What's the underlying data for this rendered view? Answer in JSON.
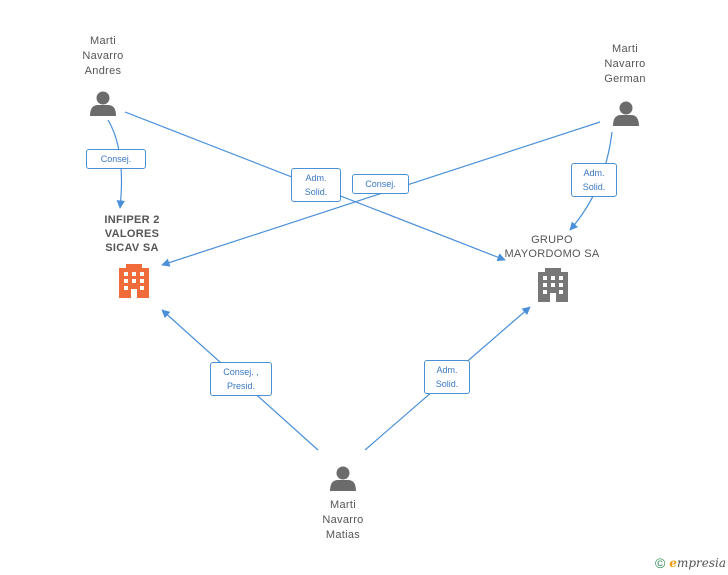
{
  "nodes": {
    "andres": {
      "label": "Marti\nNavarro\nAndres",
      "icon": "person-icon"
    },
    "german": {
      "label": "Marti\nNavarro\nGerman",
      "icon": "person-icon"
    },
    "matias": {
      "label": "Marti\nNavarro\nMatias",
      "icon": "person-icon"
    },
    "infiper": {
      "label": "INFIPER 2\nVALORES\nSICAV SA",
      "icon": "building-icon",
      "color": "#f26b3a"
    },
    "grupo": {
      "label": "GRUPO\nMAYORDOMO SA",
      "icon": "building-icon",
      "color": "#777777"
    }
  },
  "edges": {
    "andres_infiper": "Consej.",
    "andres_grupo": "Adm.\nSolid.",
    "german_infiper": "Consej.",
    "german_grupo": "Adm.\nSolid.",
    "matias_infiper": "Consej. ,\nPresid.",
    "matias_grupo": "Adm.\nSolid."
  },
  "colors": {
    "edge": "#4a90d9",
    "person": "#6b6b6b"
  },
  "footer": {
    "copyright": "©",
    "brand_initial": "e",
    "brand_rest": "mpresia"
  }
}
